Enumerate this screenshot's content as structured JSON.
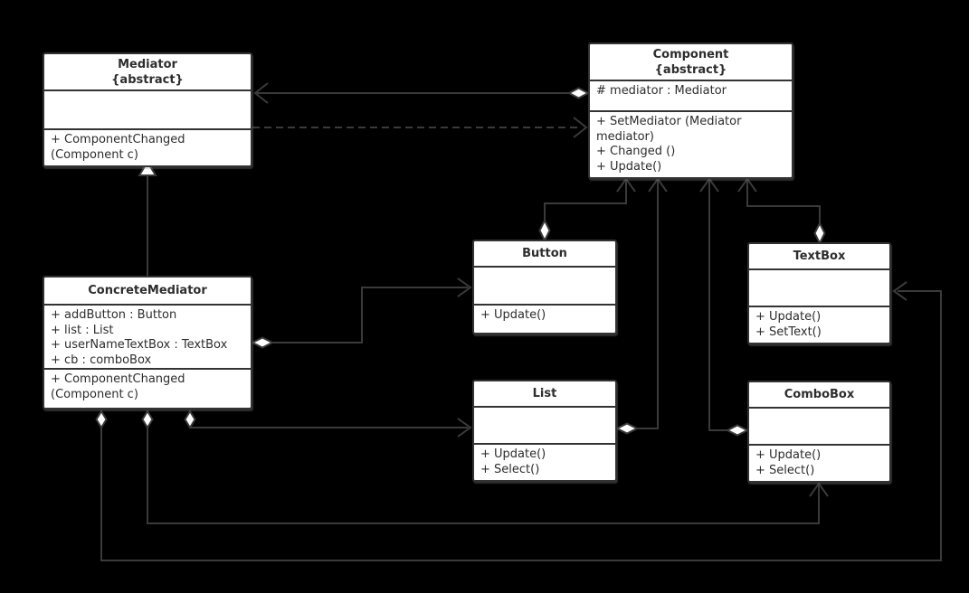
{
  "colors": {
    "background": "#000000",
    "box_fill": "#ffffff",
    "box_border": "#333333",
    "connector_line": "#3a3a3a",
    "text": "#2d2d2d"
  },
  "classes": {
    "mediator": {
      "name": "Mediator",
      "stereotype": "{abstract}",
      "attributes": [],
      "methods": [
        "+ ComponentChanged (Component c)"
      ]
    },
    "component": {
      "name": "Component",
      "stereotype": "{abstract}",
      "attributes": [
        "# mediator : Mediator"
      ],
      "methods": [
        "+ SetMediator (Mediator mediator)",
        "+ Changed ()",
        "+ Update()"
      ]
    },
    "concrete_mediator": {
      "name": "ConcreteMediator",
      "attributes": [
        "+ addButton : Button",
        "+ list : List",
        "+ userNameTextBox : TextBox",
        "+ cb : comboBox"
      ],
      "methods": [
        "+ ComponentChanged (Component c)"
      ]
    },
    "button": {
      "name": "Button",
      "attributes": [],
      "methods": [
        "+ Update()"
      ]
    },
    "textbox": {
      "name": "TextBox",
      "attributes": [],
      "methods": [
        "+ Update()",
        "+ SetText()"
      ]
    },
    "list": {
      "name": "List",
      "attributes": [],
      "methods": [
        "+ Update()",
        "+ Select()"
      ]
    },
    "combobox": {
      "name": "ComboBox",
      "attributes": [],
      "methods": [
        "+ Update()",
        "+ Select()"
      ]
    }
  },
  "relationships": [
    {
      "from": "Component",
      "to": "Mediator",
      "type": "aggregation",
      "line": "solid",
      "diamond_at": "Component",
      "arrow_at": "Mediator"
    },
    {
      "from": "Mediator",
      "to": "Component",
      "type": "dependency",
      "line": "dashed",
      "arrow_at": "Component"
    },
    {
      "from": "ConcreteMediator",
      "to": "Mediator",
      "type": "generalization",
      "line": "solid",
      "arrow_at": "Mediator"
    },
    {
      "from": "Button",
      "to": "Component",
      "type": "aggregation-association",
      "line": "solid",
      "diamond_at": "Button",
      "arrow_at": "Component"
    },
    {
      "from": "TextBox",
      "to": "Component",
      "type": "aggregation-association",
      "line": "solid",
      "diamond_at": "TextBox",
      "arrow_at": "Component"
    },
    {
      "from": "List",
      "to": "Component",
      "type": "aggregation-association",
      "line": "solid",
      "diamond_at": "List",
      "arrow_at": "Component"
    },
    {
      "from": "ComboBox",
      "to": "Component",
      "type": "aggregation-association",
      "line": "solid",
      "diamond_at": "ComboBox",
      "arrow_at": "Component"
    },
    {
      "from": "ConcreteMediator",
      "to": "Button",
      "type": "aggregation-association",
      "line": "solid",
      "diamond_at": "ConcreteMediator",
      "arrow_at": "Button"
    },
    {
      "from": "ConcreteMediator",
      "to": "List",
      "type": "aggregation-association",
      "line": "solid",
      "diamond_at": "ConcreteMediator",
      "arrow_at": "List"
    },
    {
      "from": "ConcreteMediator",
      "to": "ComboBox",
      "type": "aggregation-association",
      "line": "solid",
      "diamond_at": "ConcreteMediator",
      "arrow_at": "ComboBox"
    },
    {
      "from": "ConcreteMediator",
      "to": "TextBox",
      "type": "aggregation-association",
      "line": "solid",
      "diamond_at": "ConcreteMediator",
      "arrow_at": "TextBox"
    }
  ]
}
